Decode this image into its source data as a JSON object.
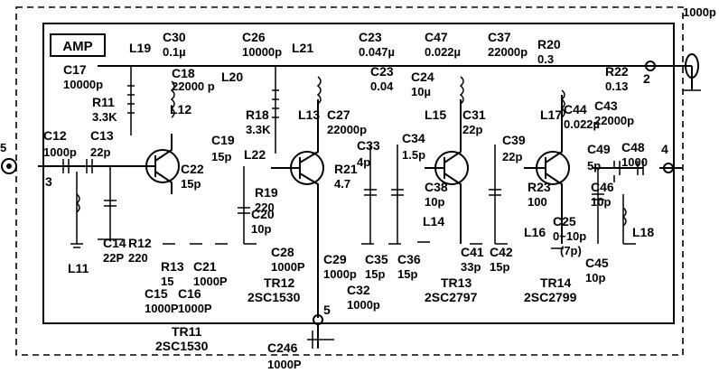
{
  "block_label": "AMP",
  "components": [
    {
      "id": "L19",
      "label": "L19"
    },
    {
      "id": "C30",
      "label": "C30",
      "value": "0.1µ"
    },
    {
      "id": "C26",
      "label": "C26",
      "value": "10000p"
    },
    {
      "id": "L21",
      "label": "L21"
    },
    {
      "id": "C23",
      "label": "C23",
      "value": "0.047µ"
    },
    {
      "id": "C47",
      "label": "C47",
      "value": "0.022µ"
    },
    {
      "id": "C37",
      "label": "C37",
      "value": "22000p"
    },
    {
      "id": "R20",
      "label": "R20",
      "value": "0.3"
    },
    {
      "id": "C17",
      "label": "C17",
      "value": "10000p"
    },
    {
      "id": "C18",
      "label": "C18",
      "value": "22000 p"
    },
    {
      "id": "L20",
      "label": "L20"
    },
    {
      "id": "C23b",
      "label": "C23",
      "value": "0.04"
    },
    {
      "id": "C24",
      "label": "C24",
      "value": "10µ"
    },
    {
      "id": "R22",
      "label": "R22",
      "value": "0.13"
    },
    {
      "id": "R11",
      "label": "R11",
      "value": "3.3K"
    },
    {
      "id": "L12",
      "label": "L12"
    },
    {
      "id": "R18",
      "label": "R18",
      "value": "3.3K"
    },
    {
      "id": "L13",
      "label": "L13"
    },
    {
      "id": "C27",
      "label": "C27",
      "value": "22000p"
    },
    {
      "id": "L15",
      "label": "L15"
    },
    {
      "id": "C31",
      "label": "C31",
      "value": "22p"
    },
    {
      "id": "L17",
      "label": "L17"
    },
    {
      "id": "C44",
      "label": "C44",
      "value": "0.022µ"
    },
    {
      "id": "C43",
      "label": "C43",
      "value": "22000p"
    },
    {
      "id": "C12",
      "label": "C12",
      "value": "1000p"
    },
    {
      "id": "C13",
      "label": "C13",
      "value": "22p"
    },
    {
      "id": "C19",
      "label": "C19",
      "value": "15p"
    },
    {
      "id": "L22",
      "label": "L22"
    },
    {
      "id": "C33",
      "label": "C33",
      "value": "4p"
    },
    {
      "id": "C34",
      "label": "C34",
      "value": "1.5p"
    },
    {
      "id": "C39",
      "label": "C39",
      "value": "22p"
    },
    {
      "id": "C49",
      "label": "C49",
      "value": "5p"
    },
    {
      "id": "C48",
      "label": "C48",
      "value": "1000"
    },
    {
      "id": "C22",
      "label": "C22",
      "value": "15p"
    },
    {
      "id": "R21",
      "label": "R21",
      "value": "4.7"
    },
    {
      "id": "C38",
      "label": "C38",
      "value": "10p"
    },
    {
      "id": "R23",
      "label": "R23",
      "value": "100"
    },
    {
      "id": "C46",
      "label": "C46",
      "value": "10p"
    },
    {
      "id": "R19",
      "label": "R19",
      "value": "220"
    },
    {
      "id": "C20",
      "label": "C20",
      "value": "10p"
    },
    {
      "id": "L14",
      "label": "L14"
    },
    {
      "id": "C25",
      "label": "C25",
      "value": "0~10p",
      "note": "(7p)"
    },
    {
      "id": "L16",
      "label": "L16"
    },
    {
      "id": "L18",
      "label": "L18"
    },
    {
      "id": "L11",
      "label": "L11"
    },
    {
      "id": "C14",
      "label": "C14",
      "value": "22P"
    },
    {
      "id": "R12",
      "label": "R12",
      "value": "220"
    },
    {
      "id": "R13",
      "label": "R13",
      "value": "15"
    },
    {
      "id": "C21",
      "label": "C21",
      "value": "1000P"
    },
    {
      "id": "C28",
      "label": "C28",
      "value": "1000P"
    },
    {
      "id": "C29",
      "label": "C29",
      "value": "1000p"
    },
    {
      "id": "C35",
      "label": "C35",
      "value": "15p"
    },
    {
      "id": "C36",
      "label": "C36",
      "value": "15p"
    },
    {
      "id": "C41",
      "label": "C41",
      "value": "33p"
    },
    {
      "id": "C42",
      "label": "C42",
      "value": "15p"
    },
    {
      "id": "C45",
      "label": "C45",
      "value": "10p"
    },
    {
      "id": "C15",
      "label": "C15",
      "value": "1000P"
    },
    {
      "id": "C16",
      "label": "C16",
      "value": "1000P"
    },
    {
      "id": "C32",
      "label": "C32",
      "value": "1000p"
    },
    {
      "id": "C246",
      "label": "C246",
      "value": "1000P"
    }
  ],
  "transistors": [
    {
      "id": "TR11",
      "label": "TR11",
      "part": "2SC1530"
    },
    {
      "id": "TR12",
      "label": "TR12",
      "part": "2SC1530"
    },
    {
      "id": "TR13",
      "label": "TR13",
      "part": "2SC2797"
    },
    {
      "id": "TR14",
      "label": "TR14",
      "part": "2SC2799"
    }
  ],
  "terminals": [
    {
      "id": "t2",
      "label": "2"
    },
    {
      "id": "t3",
      "label": "3"
    },
    {
      "id": "t4",
      "label": "4"
    },
    {
      "id": "t5",
      "label": "5"
    }
  ],
  "corner_value": "1000p",
  "edge_glyph": "5"
}
